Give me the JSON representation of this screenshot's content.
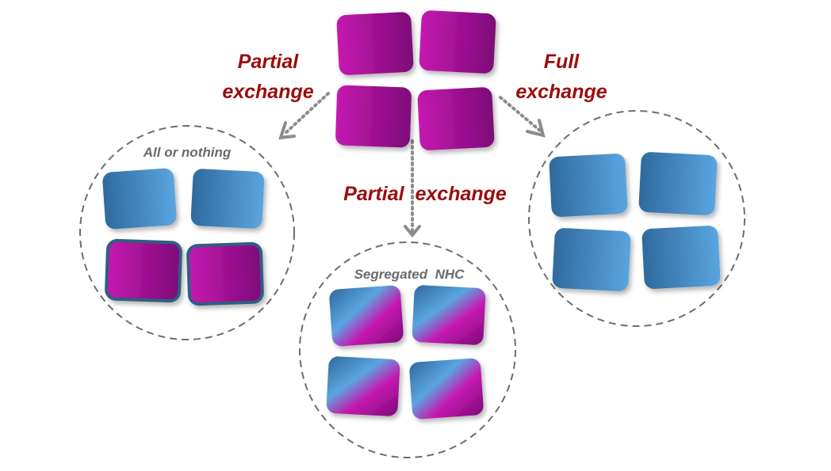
{
  "labels": {
    "partial_left_line1": "Partial",
    "partial_left_line2": "exchange",
    "full_line1": "Full",
    "full_line2": "exchange",
    "partial_center": "Partial  exchange"
  },
  "circles": {
    "left_caption": "All or nothing",
    "center_caption": "Segregated  NHC",
    "right_caption": ""
  },
  "colors": {
    "label_red": "#9b0d0d",
    "caption_gray": "#6a6a6a",
    "magenta_light": "#c51ab0",
    "magenta_dark": "#7d0878",
    "blue_light": "#5aa5e0",
    "blue_dark": "#2f6a9e",
    "border_blue": "#2f5f82",
    "dashed_circle": "#6d6d6d",
    "arrow_gray": "#8c8c8c"
  }
}
